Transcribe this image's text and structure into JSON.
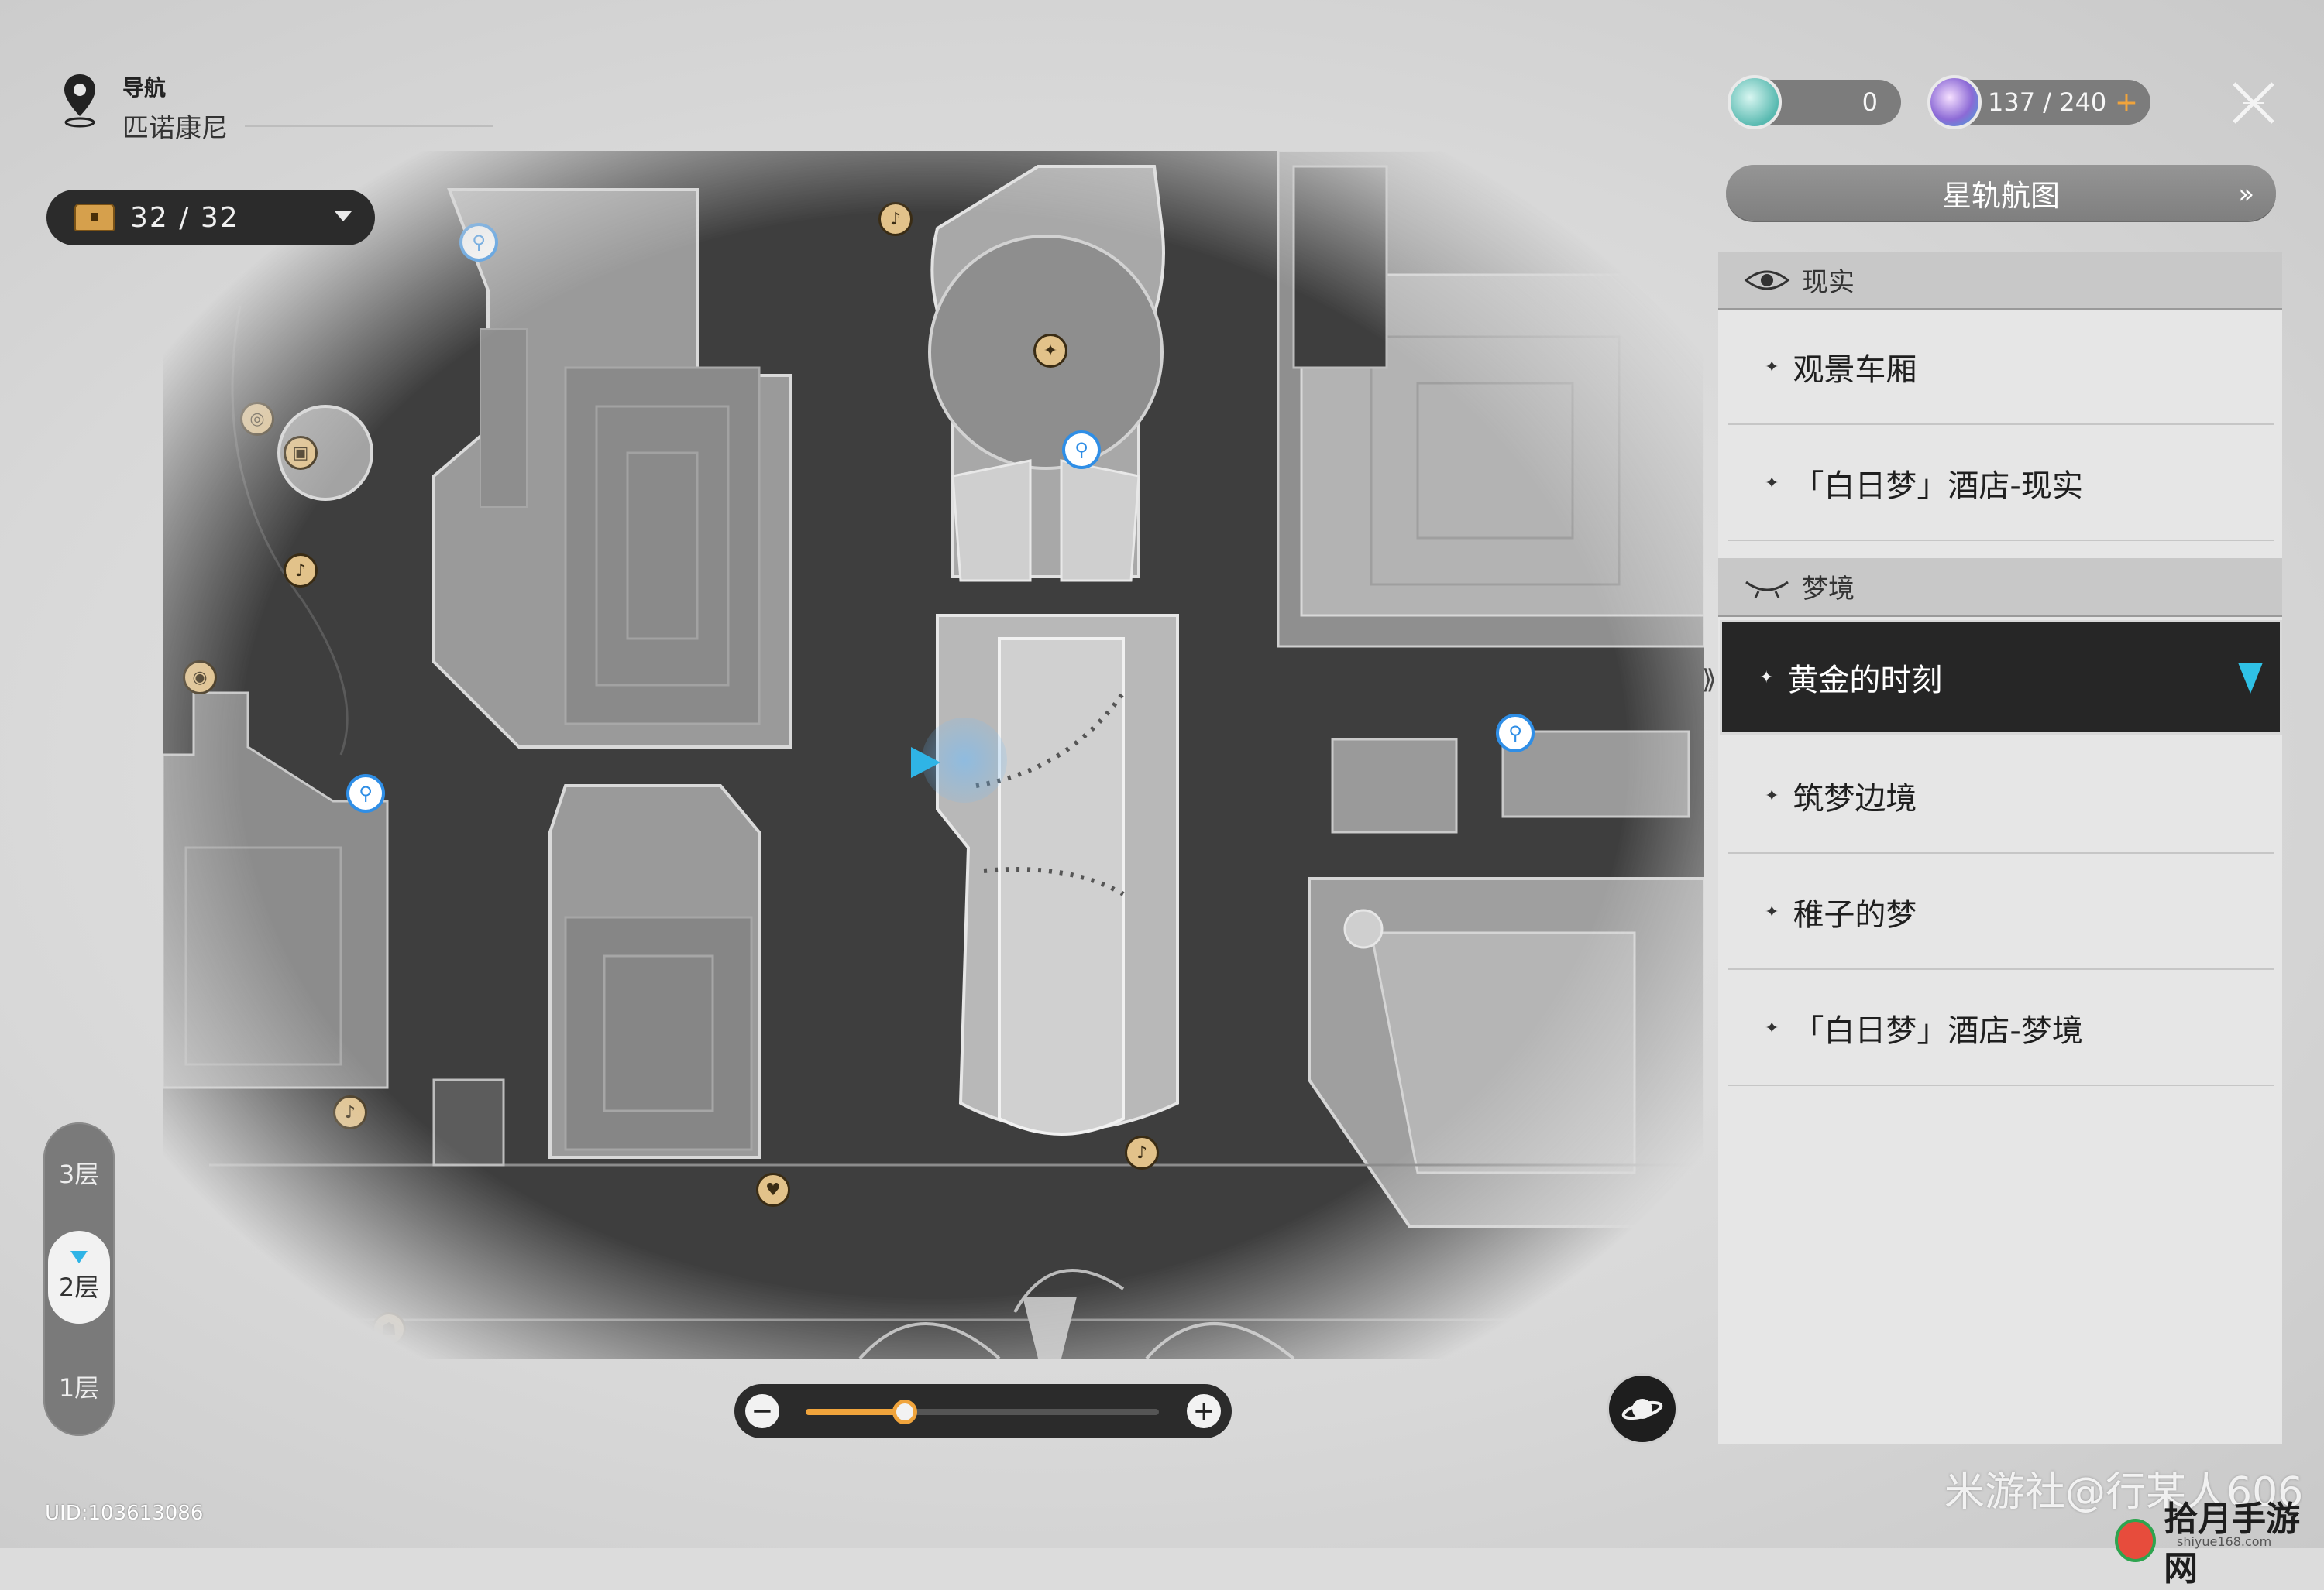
{
  "nav": {
    "label": "导航",
    "region": "匹诺康尼"
  },
  "chest": {
    "count": "32 / 32",
    "icon": "treasure-chest-icon"
  },
  "currency": {
    "fuel": {
      "value": "0",
      "icon": "fuel-icon"
    },
    "trailblaze_power": {
      "value": "137 / 240",
      "plus": "+",
      "icon": "trailblaze-power-icon"
    }
  },
  "panel": {
    "atlas_button": "星轨航图",
    "atlas_arrow": "»",
    "sections": [
      {
        "title": "现实",
        "icon": "eye-icon",
        "items": [
          {
            "label": "观景车厢"
          },
          {
            "label": "「白日梦」酒店-现实"
          }
        ]
      },
      {
        "title": "梦境",
        "icon": "closed-eye-icon",
        "items": [
          {
            "label": "黄金的时刻",
            "active": true
          },
          {
            "label": "筑梦边境"
          },
          {
            "label": "稚子的梦"
          },
          {
            "label": "「白日梦」酒店-梦境"
          }
        ]
      }
    ],
    "star": "✦"
  },
  "floors": {
    "items": [
      "3层",
      "2层",
      "1层"
    ],
    "active": "2层"
  },
  "zoom": {
    "minus": "−",
    "plus": "+",
    "level": 0.28
  },
  "uid": "UID:103613086",
  "watermarks": {
    "miyoushe": "米游社@行某人606",
    "site": "拾月手游网",
    "site_url": "shiyue168.com"
  },
  "colors": {
    "accent": "#2fb4e6",
    "orange": "#f0a43c",
    "gold_marker": "#e2c28a",
    "teleport_blue": "#2f8ee6"
  }
}
